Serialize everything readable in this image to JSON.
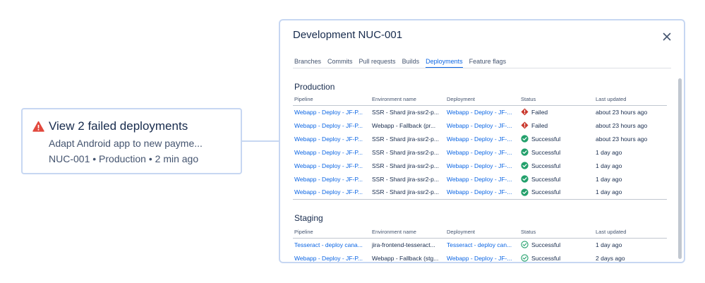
{
  "notification": {
    "icon": "warning-icon",
    "title": "View 2 failed deployments",
    "subtitle": "Adapt Android app to new payme...",
    "meta": "NUC-001 • Production • 2 min ago"
  },
  "dialog": {
    "title": "Development NUC-001",
    "close_icon": "close-icon",
    "tabs": [
      {
        "label": "Branches",
        "active": false
      },
      {
        "label": "Commits",
        "active": false
      },
      {
        "label": "Pull requests",
        "active": false
      },
      {
        "label": "Builds",
        "active": false
      },
      {
        "label": "Deployments",
        "active": true
      },
      {
        "label": "Feature flags",
        "active": false
      }
    ],
    "columns": [
      "Pipeline",
      "Environment name",
      "Deployment",
      "Status",
      "Last updated"
    ],
    "production": {
      "title": "Production",
      "rows": [
        {
          "pipeline": "Webapp - Deploy - JF-P...",
          "environment": "SSR - Shard jira-ssr2-p...",
          "deployment": "Webapp - Deploy - JF-...",
          "status": "Failed",
          "updated": "about 23 hours ago"
        },
        {
          "pipeline": "Webapp - Deploy - JF-P...",
          "environment": "Webapp - Fallback (pr...",
          "deployment": "Webapp - Deploy - JF-...",
          "status": "Failed",
          "updated": "about 23 hours ago"
        },
        {
          "pipeline": "Webapp - Deploy - JF-P...",
          "environment": "SSR - Shard jira-ssr2-p...",
          "deployment": "Webapp - Deploy - JF-...",
          "status": "Successful",
          "updated": "about 23 hours ago"
        },
        {
          "pipeline": "Webapp - Deploy - JF-P...",
          "environment": "SSR - Shard jira-ssr2-p...",
          "deployment": "Webapp - Deploy - JF-...",
          "status": "Successful",
          "updated": "1 day ago"
        },
        {
          "pipeline": "Webapp - Deploy - JF-P...",
          "environment": "SSR - Shard jira-ssr2-p...",
          "deployment": "Webapp - Deploy - JF-...",
          "status": "Successful",
          "updated": "1 day ago"
        },
        {
          "pipeline": "Webapp - Deploy - JF-P...",
          "environment": "SSR - Shard jira-ssr2-p...",
          "deployment": "Webapp - Deploy - JF-...",
          "status": "Successful",
          "updated": "1 day ago"
        },
        {
          "pipeline": "Webapp - Deploy - JF-P...",
          "environment": "SSR - Shard jira-ssr2-p...",
          "deployment": "Webapp - Deploy - JF-...",
          "status": "Successful",
          "updated": "1 day ago"
        }
      ]
    },
    "staging": {
      "title": "Staging",
      "rows": [
        {
          "pipeline": "Tesseract - deploy cana...",
          "environment": "jira-frontend-tesseract...",
          "deployment": "Tesseract - deploy can...",
          "status": "Successful",
          "updated": "1 day ago"
        },
        {
          "pipeline": "Webapp - Deploy - JF-P...",
          "environment": "Webapp - Fallback (stg...",
          "deployment": "Webapp - Deploy - JF-...",
          "status": "Successful",
          "updated": "2 days ago"
        }
      ]
    }
  },
  "colors": {
    "link": "#0c66e4",
    "failed": "#c9372c",
    "success": "#22a06b",
    "border": "#c7d7f2"
  }
}
